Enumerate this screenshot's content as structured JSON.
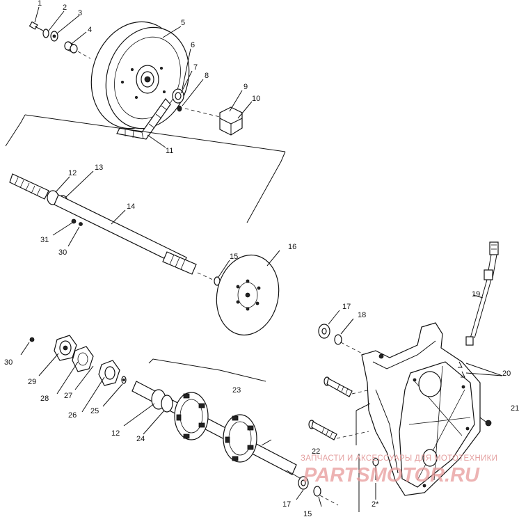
{
  "diagram": {
    "callouts": {
      "c1": "1",
      "c2": "2",
      "c3": "3",
      "c4": "4",
      "c5": "5",
      "c6": "6",
      "c7": "7",
      "c8": "8",
      "c9": "9",
      "c10": "10",
      "c11": "11",
      "c12a": "12",
      "c13": "13",
      "c14": "14",
      "c15a": "15",
      "c16": "16",
      "c31": "31",
      "c30a": "30",
      "c17a": "17",
      "c18": "18",
      "c19": "19",
      "c20": "20",
      "c21": "21",
      "c30b": "30",
      "c29": "29",
      "c28": "28",
      "c27": "27",
      "c26": "26",
      "c25": "25",
      "c12b": "12",
      "c24": "24",
      "c23": "23",
      "c22": "22",
      "c2star": "2*",
      "c17b": "17",
      "c15b": "15"
    }
  },
  "watermark": {
    "line1": "ЗАПЧАСТИ И АКСЕССУАРЫ ДЛЯ МОТОТЕХНИКИ",
    "line2": "PARTSMOTOR.RU"
  }
}
